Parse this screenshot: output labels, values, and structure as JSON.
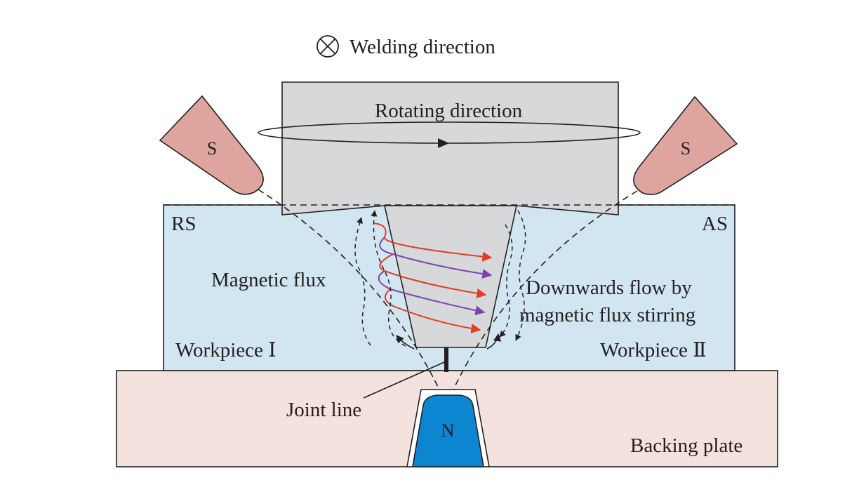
{
  "labels": {
    "welding_direction": "Welding direction",
    "rotating_direction": "Rotating direction",
    "rs": "RS",
    "as": "AS",
    "magnetic_flux": "Magnetic flux",
    "downwards_flow_line1": "Downwards flow by",
    "downwards_flow_line2": "magnetic flux stirring",
    "workpiece_1": "Workpiece Ⅰ",
    "workpiece_2": "Workpiece Ⅱ",
    "joint_line": "Joint line",
    "backing_plate": "Backing plate"
  },
  "magnets": {
    "left_pole": "S",
    "right_pole": "S",
    "bottom_pole": "N"
  },
  "colors": {
    "workpiece": "#d2e6f1",
    "backing_plate": "#f4e2df",
    "tool": "#d7d8da",
    "s_magnet": "#dda59e",
    "n_magnet": "#0d86d1",
    "stirring_red": "#e53a24",
    "stirring_purple": "#7c44b1",
    "outline": "#231f20"
  }
}
